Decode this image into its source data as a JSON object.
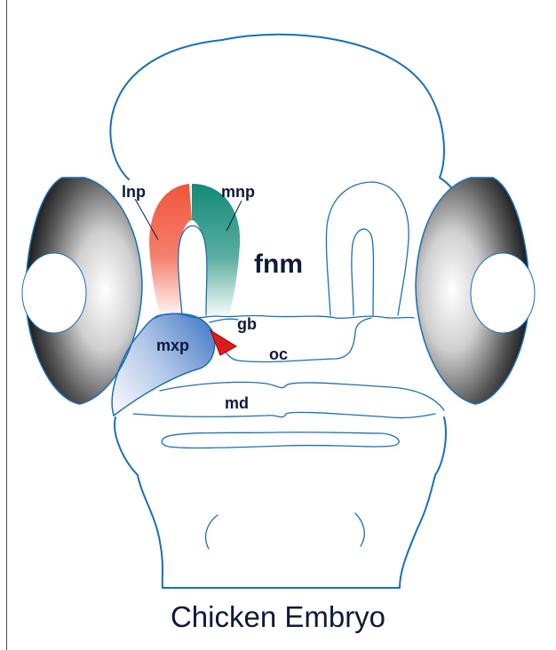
{
  "title": "Chicken Embryo",
  "colors": {
    "outline": "#1b6fb5",
    "lnp": "#f1553b",
    "mnp": "#128a78",
    "mxp": "#3e74c4",
    "arrowhead": "#e01b1b",
    "eye_dark": "#000000",
    "eye_light": "#ffffff"
  },
  "labels": {
    "lnp": "lnp",
    "mnp": "mnp",
    "fnm": "fnm",
    "gb": "gb",
    "mxp": "mxp",
    "oc": "oc",
    "md": "md"
  }
}
